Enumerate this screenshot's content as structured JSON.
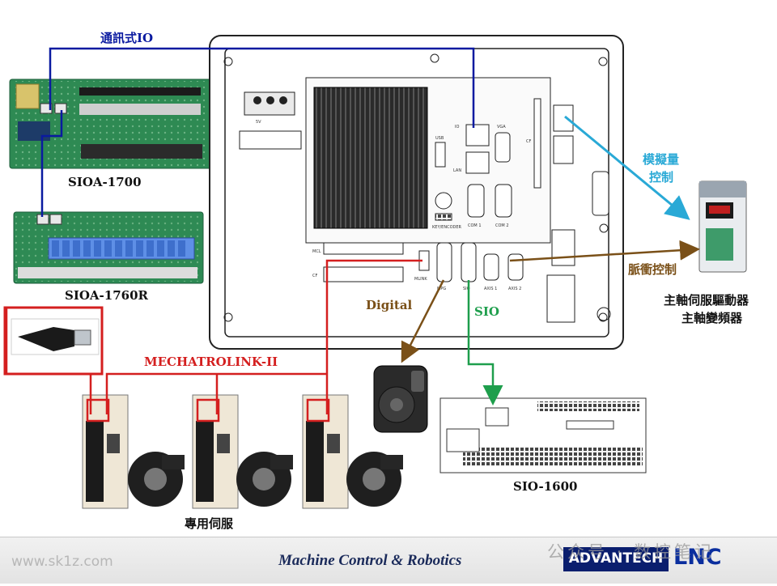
{
  "labels": {
    "io_link": "通訊式IO",
    "sioa1700": "SIOA-1700",
    "sioa1760r": "SIOA-1760R",
    "analog_ctrl_1": "模擬量",
    "analog_ctrl_2": "控制",
    "pulse_ctrl": "脈衝控制",
    "spindle_1": "主軸伺服驅動器",
    "spindle_2": "主軸變頻器",
    "digital": "Digital",
    "sio": "SIO",
    "mechatrolink": "MECHATROLINK-II",
    "sio1600": "SIO-1600",
    "servo": "專用伺服"
  },
  "controller_ports": {
    "usb": "USB",
    "lan": "LAN",
    "io": "IO",
    "vga": "VGA",
    "cf": "CF",
    "com1": "COM 1",
    "com2": "COM 2",
    "mpg": "MPG",
    "sio": "SIO",
    "axis1": "AXIS 1",
    "axis2": "AXIS 2",
    "mlink": "MLINK",
    "keyencoder": "KEY/ENCODER",
    "v5": "5V",
    "mcl": "MCL",
    "cf2": "CF"
  },
  "footer": {
    "title": "Machine Control & Robotics",
    "site": "www.sk1z.com",
    "brand_adv": "ADVANTECH",
    "brand_lnc": "LNC",
    "watermark": "公众号 · 数控笔记"
  },
  "colors": {
    "io_line": "#0a1aa0",
    "analog_line": "#29a9d6",
    "pulse_line": "#7a5018",
    "digital_line": "#7a5018",
    "sio_line": "#1e9e4c",
    "mlink_line": "#d41f1f"
  }
}
